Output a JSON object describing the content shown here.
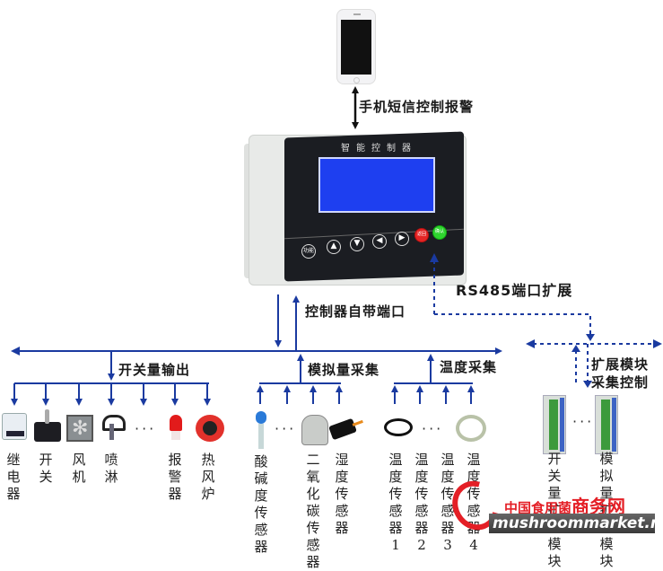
{
  "top": {
    "phone_link_label": "手机短信控制报警"
  },
  "controller": {
    "title": "智能控制器",
    "buttons": [
      {
        "name": "function",
        "label": "功能"
      },
      {
        "name": "up",
        "label": "▲"
      },
      {
        "name": "down",
        "label": "▼"
      },
      {
        "name": "left",
        "label": "◀"
      },
      {
        "name": "right",
        "label": "▶"
      },
      {
        "name": "back",
        "label": "返回"
      },
      {
        "name": "confirm",
        "label": "确认"
      }
    ],
    "lcd_color": "#1e3ff0"
  },
  "links": {
    "builtin_port_label": "控制器自带端口",
    "rs485_label": "RS485端口扩展",
    "expansion_label_line1": "扩展模块",
    "expansion_label_line2": "采集控制"
  },
  "groups": {
    "switch_output": {
      "label": "开关量输出",
      "ellipsis": "···",
      "devices": [
        {
          "label": "继电器",
          "icon": "relay-icon"
        },
        {
          "label": "开关",
          "icon": "toggle-switch-icon"
        },
        {
          "label": "风机",
          "icon": "fan-icon"
        },
        {
          "label": "喷淋",
          "icon": "sprinkler-icon"
        },
        {
          "label": "报警器",
          "icon": "alarm-light-icon"
        },
        {
          "label": "热风炉",
          "icon": "heater-icon"
        }
      ]
    },
    "analog_input": {
      "label": "模拟量采集",
      "ellipsis": "···",
      "devices": [
        {
          "label": "酸碱度传感器",
          "icon": "ph-sensor-icon"
        },
        {
          "label": "二氧化碳传感器",
          "icon": "co2-sensor-icon"
        },
        {
          "label": "湿度传感器",
          "icon": "humidity-sensor-icon"
        }
      ]
    },
    "temperature_input": {
      "label": "温度采集",
      "ellipsis": "···",
      "devices": [
        {
          "label": "温度传感器1",
          "icon": "temperature-probe-icon"
        },
        {
          "label": "温度传感器2",
          "icon": "temperature-probe-icon"
        },
        {
          "label": "温度传感器3",
          "icon": "temperature-probe-icon"
        },
        {
          "label": "温度传感器4",
          "icon": "temperature-probe-icon"
        }
      ]
    },
    "expansion_modules": {
      "ellipsis": "···",
      "devices": [
        {
          "label": "开关量扩展模块",
          "icon": "io-module-icon"
        },
        {
          "label": "模拟量扩展模块",
          "icon": "io-module-icon"
        }
      ]
    }
  },
  "watermark": {
    "cn_text": "中国食用菌",
    "cn_bold": "商务网",
    "url": "mushroommarket.net"
  },
  "colors": {
    "line": "#1a3aa0",
    "red_button": "#e42525",
    "green_button": "#2fd52f",
    "watermark_red": "#e41f26"
  }
}
